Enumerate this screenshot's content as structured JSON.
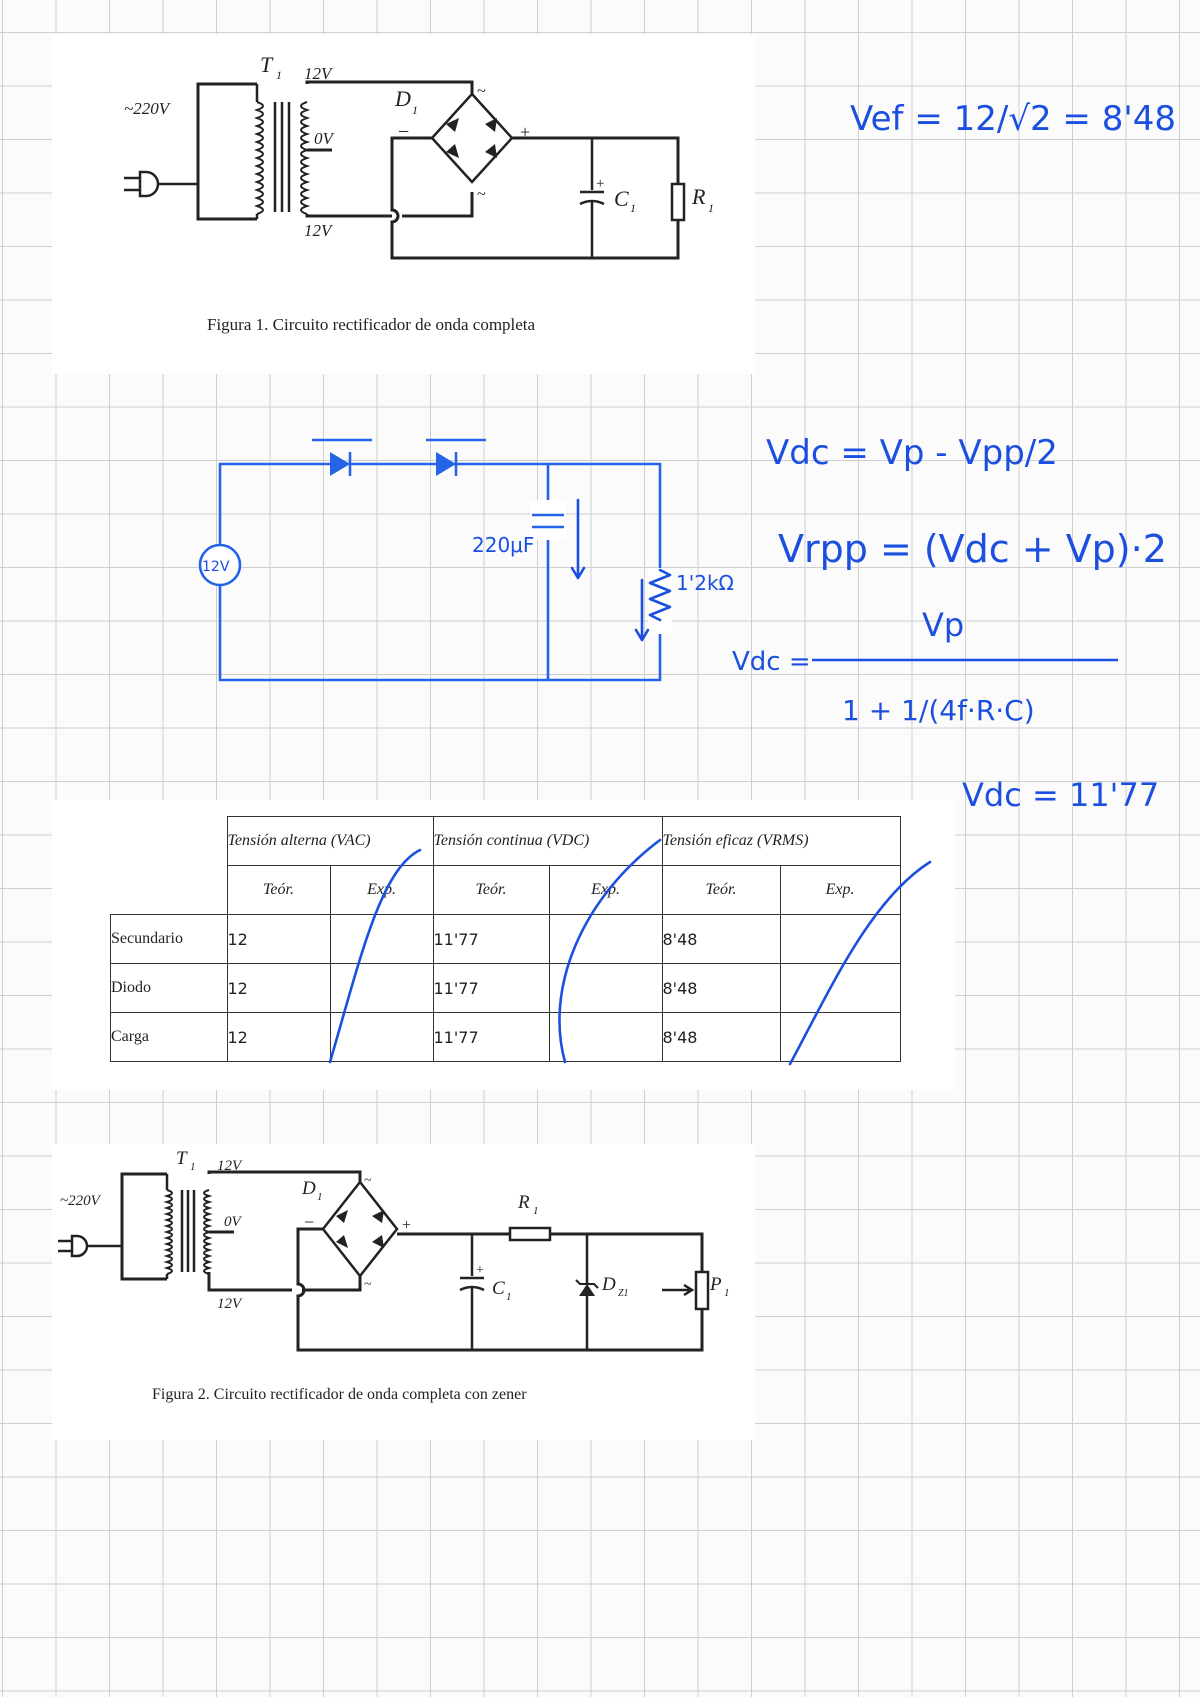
{
  "figure1": {
    "caption": "Figura 1. Circuito rectificador de onda completa",
    "mains": "~220V",
    "transformer": "T",
    "transformer_sub": "1",
    "sec_top": "12V",
    "sec_mid": "0V",
    "sec_bot": "12V",
    "diode": "D",
    "diode_sub": "1",
    "cap": "C",
    "cap_sub": "1",
    "res": "R",
    "res_sub": "1",
    "tilde": "~",
    "plus": "+",
    "minus": "−"
  },
  "sketch": {
    "source": "12V",
    "cap": "220μF",
    "res": "1'2kΩ"
  },
  "notes": {
    "vef": "Vef = 12/√2 = 8'48",
    "vdc1": "Vdc = Vp - Vpp/2",
    "vrpp": "Vrpp = (Vdc + Vp)·2",
    "vdc_label": "Vdc =",
    "vdc_num": "Vp",
    "vdc_den": "1 + 1/(4f·R·C)",
    "vdc_result": "Vdc = 11'77"
  },
  "table": {
    "headers": [
      "Tensión alterna (VAC)",
      "Tensión continua (VDC)",
      "Tensión eficaz (VRMS)"
    ],
    "subheaders": [
      "Teór.",
      "Exp.",
      "Teór.",
      "Exp.",
      "Teór.",
      "Exp."
    ],
    "rows": [
      {
        "label": "Secundario",
        "ac": "12",
        "dc": "11'77",
        "rms": "8'48"
      },
      {
        "label": "Diodo",
        "ac": "12",
        "dc": "11'77",
        "rms": "8'48"
      },
      {
        "label": "Carga",
        "ac": "12",
        "dc": "11'77",
        "rms": "8'48"
      }
    ]
  },
  "figure2": {
    "caption": "Figura 2. Circuito rectificador de onda completa con zener",
    "mains": "~220V",
    "transformer": "T",
    "transformer_sub": "1",
    "sec_top": "12V",
    "sec_mid": "0V",
    "sec_bot": "12V",
    "diode": "D",
    "diode_sub": "1",
    "res": "R",
    "res_sub": "1",
    "cap": "C",
    "cap_sub": "1",
    "zener": "D",
    "zener_sub": "Z1",
    "pot": "P",
    "pot_sub": "1",
    "tilde": "~",
    "plus": "+",
    "minus": "−"
  },
  "colors": {
    "ink": "#1a4fe0",
    "wire": "#222222",
    "grid": "#cfcfcf"
  }
}
